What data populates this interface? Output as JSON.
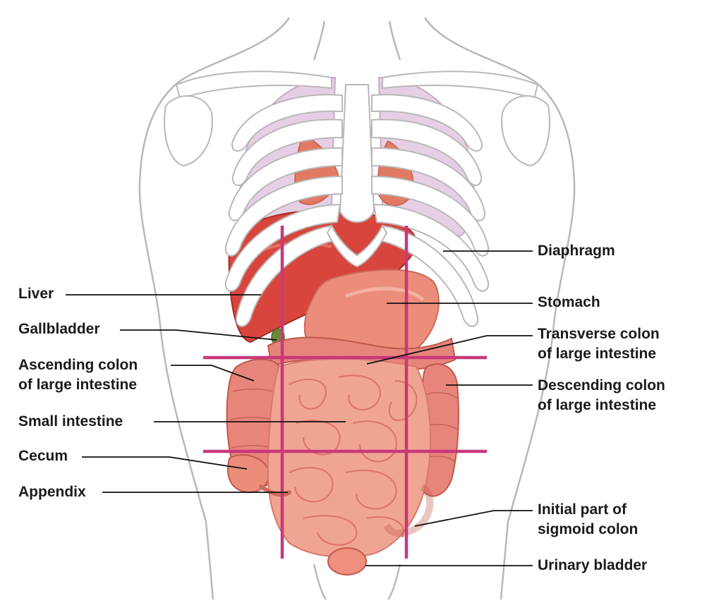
{
  "labels": {
    "left": {
      "liver": "Liver",
      "gallbladder": "Gallbladder",
      "ascending_colon": [
        "Ascending colon",
        "of large intestine"
      ],
      "small_intestine": "Small intestine",
      "cecum": "Cecum",
      "appendix": "Appendix"
    },
    "right": {
      "diaphragm": "Diaphragm",
      "stomach": "Stomach",
      "transverse_colon": [
        "Transverse colon",
        "of large intestine"
      ],
      "descending_colon": [
        "Descending colon",
        "of large intestine"
      ],
      "sigmoid_colon": [
        "Initial part of",
        "sigmoid colon"
      ],
      "urinary_bladder": "Urinary bladder"
    }
  },
  "colors": {
    "outline": "#b8b8b8",
    "bone_fill": "#ffffff",
    "lung": "#e6cfe4",
    "liver": "#d8453d",
    "liver_dark": "#b8302a",
    "stomach": "#ec8c7a",
    "intestine": "#f0a592",
    "intestine_edge": "#d9786a",
    "colon": "#e8857a",
    "bladder": "#ef8f7e",
    "quadrant_lines": "#c8387a",
    "leader": "#111111"
  }
}
